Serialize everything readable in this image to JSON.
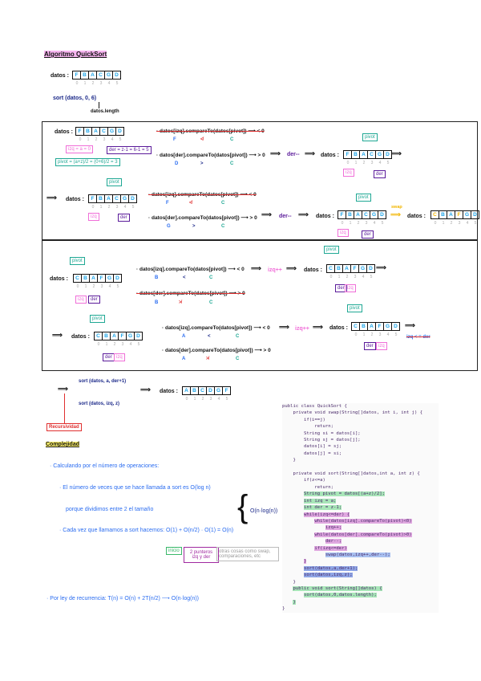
{
  "title": "Algoritmo QuickSort",
  "intro": {
    "array_label": "datos :",
    "array": [
      "F",
      "B",
      "A",
      "C",
      "G",
      "D"
    ],
    "indices": [
      "0",
      "1",
      "2",
      "3",
      "4",
      "5"
    ],
    "call": "sort (datos, 0, 6)",
    "length_label": "datos.length"
  },
  "labels": {
    "datos": "datos :",
    "pivot": "pivot",
    "izq": "izq",
    "der": "der",
    "implies": "⟹",
    "arrow": "⟶"
  },
  "box1": {
    "izq_init": "izq = a = 0",
    "der_init": "der = z-1 = 6-1 = 5",
    "pivot_init": "pivot = (a+z)/2 = (0+6)/2 = 3",
    "r1_cmp1": {
      "text": "· datos[izq].compareTo(datos[pivot]) ⟶ < 0",
      "vals": [
        "F",
        "≮",
        "C"
      ]
    },
    "r1_cmp2": {
      "text": "· datos[der].compareTo(datos[pivot]) ⟶ > 0",
      "vals": [
        "D",
        ">",
        "C"
      ]
    },
    "r1_step": "der--",
    "r1_array": [
      "F",
      "B",
      "A",
      "C",
      "G",
      "D"
    ],
    "r2_array": [
      "F",
      "B",
      "A",
      "C",
      "G",
      "D"
    ],
    "r2_cmp1": {
      "text": "· datos[izq].compareTo(datos[pivot]) ⟶ < 0",
      "vals": [
        "F",
        "≮",
        "C"
      ]
    },
    "r2_cmp2": {
      "text": "· datos[der].compareTo(datos[pivot]) ⟶ > 0",
      "vals": [
        "G",
        ">",
        "C"
      ]
    },
    "r2_step": "der--",
    "r2_array_after": [
      "F",
      "B",
      "A",
      "C",
      "G",
      "D"
    ],
    "swap": "swap",
    "swapped_array": [
      "C",
      "B",
      "A",
      "F",
      "G",
      "D"
    ],
    "swapped_highlight": [
      0,
      3
    ]
  },
  "box2": {
    "r1_array": [
      "C",
      "B",
      "A",
      "F",
      "G",
      "D"
    ],
    "r1_cmp1": {
      "text": "· datos[izq].compareTo(datos[pivot]) ⟶ < 0",
      "vals": [
        "B",
        "<",
        "C"
      ]
    },
    "r1_cmp2": {
      "text": "· datos[der].compareTo(datos[pivot]) ⟶ > 0",
      "vals": [
        "B",
        "≯",
        "C"
      ]
    },
    "r1_step": "izq++",
    "r1_array_after": [
      "C",
      "B",
      "A",
      "F",
      "G",
      "D"
    ],
    "r2_array": [
      "C",
      "B",
      "A",
      "F",
      "G",
      "D"
    ],
    "r2_cmp1": {
      "text": "· datos[izq].compareTo(datos[pivot]) ⟶ < 0",
      "vals": [
        "A",
        "<",
        "C"
      ]
    },
    "r2_cmp2": {
      "text": "· datos[der].compareTo(datos[pivot]) ⟶ > 0",
      "vals": [
        "A",
        "≯",
        "C"
      ]
    },
    "r2_step": "izq++",
    "r2_array_after": [
      "C",
      "B",
      "A",
      "F",
      "G",
      "D"
    ],
    "stop": "izq < = der"
  },
  "recursion": {
    "call1": "sort (datos, a, der+1)",
    "call2": "sort (datos, izq, z)",
    "result": [
      "A",
      "B",
      "C",
      "D",
      "G",
      "F"
    ],
    "label": "Recursividad"
  },
  "complexity": {
    "title": "Complejidad",
    "l1": "· Calculando por el número de operaciones:",
    "l2": "· El número de veces que se hace llamada a sort es O(log n)",
    "l3": "porque dividimos entre 2 el tamaño",
    "l4": "· Cada vez que llamamos a sort hacemos: O(1) + O(n/2) · O(1) = O(n)",
    "brace_result": "O(n·log(n))",
    "box_inicio": "inicio",
    "box_punteros": "2 punteros izq y der",
    "box_otras": "otras cosas como swap, comparaciones, etc",
    "l5": "· Por ley de recurrencia: T(n) = O(n) + 2T(n/2) ⟶ O(n·log(n))"
  },
  "code": [
    {
      "t": "public class QuickSort {"
    },
    {
      "t": "    private void swap(String[]datos, int i, int j) {"
    },
    {
      "t": "        if(i==j)"
    },
    {
      "t": "            return;"
    },
    {
      "t": "        String si = datos[i];"
    },
    {
      "t": "        String sj = datos[j];"
    },
    {
      "t": "        datos[i] = sj;"
    },
    {
      "t": "        datos[j] = si;"
    },
    {
      "t": "    }"
    },
    {
      "t": ""
    },
    {
      "t": "    private void sort(String[]datos,int a, int z) {"
    },
    {
      "t": "        if(z<=a)"
    },
    {
      "t": "            return;"
    },
    {
      "t": "        String pivot = datos[(a+z)/2];",
      "h": "#a8e6b8"
    },
    {
      "t": "        int izq = a;",
      "h": "#a8e6b8"
    },
    {
      "t": "        int der = z-1;",
      "h": "#a8e6b8"
    },
    {
      "t": "        while(izq<=der) {",
      "h": "#e0a8e0"
    },
    {
      "t": "            while(datos[izq].compareTo(pivot)<0)",
      "h": "#e0a8e0"
    },
    {
      "t": "                izq++;",
      "h": "#e0a8e0"
    },
    {
      "t": "            while(datos[der].compareTo(pivot)>0)",
      "h": "#e0a8e0"
    },
    {
      "t": "                der--;",
      "h": "#e0a8e0"
    },
    {
      "t": "            if(izq<=der)",
      "h": "#e0a8e0"
    },
    {
      "t": "                swap(datos,izq++,der--);",
      "h": "#a8c0f0"
    },
    {
      "t": "        }",
      "h": "#e0a8e0"
    },
    {
      "t": "        sort(datos,a,der+1);",
      "h": "#8fa6e6"
    },
    {
      "t": "        sort(datos,izq,z);",
      "h": "#8fa6e6"
    },
    {
      "t": "    }"
    },
    {
      "t": "    public void sort(String[]datos) {",
      "h": "#a8e6b8"
    },
    {
      "t": "        sort(datos,0,datos.length);",
      "h": "#a8e6b8"
    },
    {
      "t": "    }",
      "h": "#a8e6b8"
    },
    {
      "t": "}"
    }
  ],
  "colors": {
    "array_text": "#1aa3e8",
    "izq": "#f06ed8",
    "der": "#5a1a9a",
    "pivot": "#1fa894",
    "highlight_swap": "#f2b600",
    "recursion": "#e03030",
    "title_highlight": "#f7b6f0",
    "complexity_highlight": "#fff36b"
  }
}
